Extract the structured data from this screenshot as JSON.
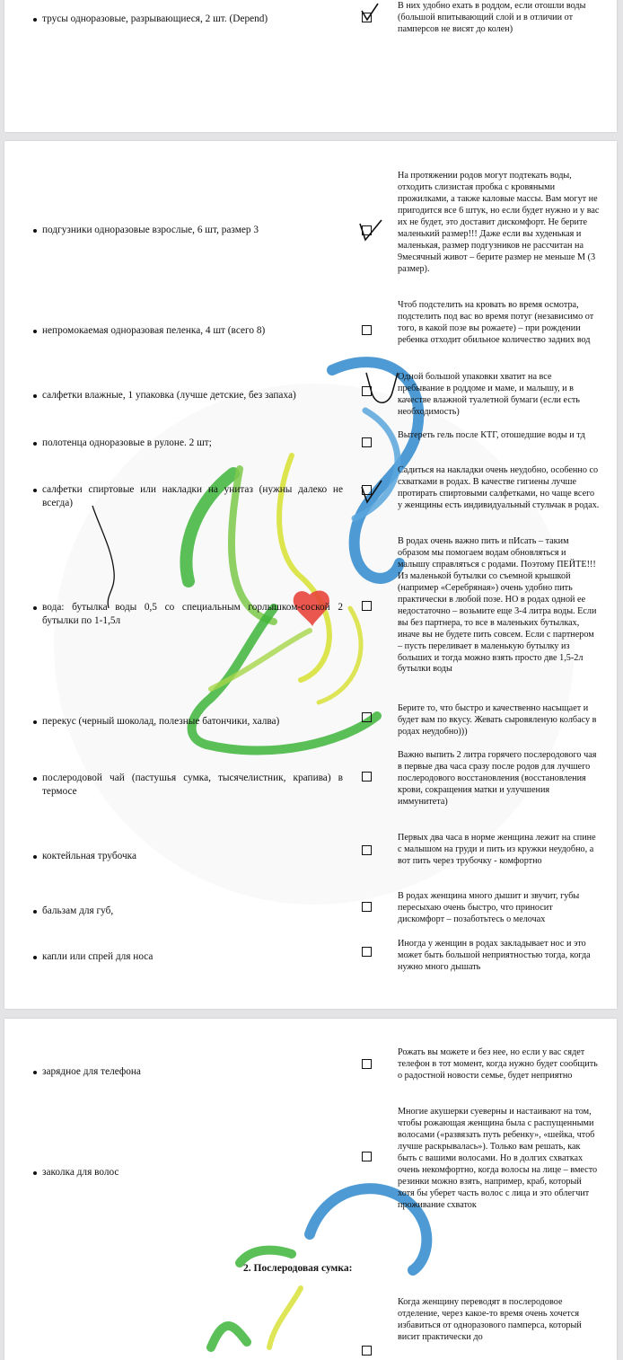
{
  "page1": {
    "items": [
      {
        "label": "трусы одноразовые, разрывающиеся, 2 шт. (Depend)",
        "note": "В них удобно ехать в роддом, если отошли воды (большой впитывающий слой и в отличии от памперсов не висят до колен)"
      }
    ]
  },
  "page2": {
    "items": [
      {
        "label": "подгузники одноразовые взрослые, 6 шт, размер 3",
        "note": "На протяжении родов могут подтекать воды, отходить слизистая пробка с кровяными прожилками, а также каловые массы. Вам могут не пригодится все 6 штук, но если будет нужно и у вас их не будет, это доставит дискомфорт. Не берите маленький размер!!! Даже если вы худенькая и маленькая, размер подгузников не рассчитан на 9месячный живот – берите размер не меньше М (3 размер)."
      },
      {
        "label": "непромокаемая одноразовая пеленка, 4 шт (всего 8)",
        "note": "Чтоб подстелить на кровать во время осмотра, подстелить под вас во время потуг (независимо от того, в какой позе вы рожаете) – при рождении ребенка отходит обильное количество задних вод"
      },
      {
        "label": "салфетки влажные, 1 упаковка (лучше детские, без запаха)",
        "note": "Одной большой упаковки хватит на все пребывание в роддоме и маме, и малышу, и в качестве влажной туалетной бумаги (если есть необходимость)"
      },
      {
        "label": "полотенца одноразовые в рулоне. 2 шт;",
        "note": "Вытереть гель после КТГ, отошедшие воды и тд"
      },
      {
        "label": "салфетки спиртовые или накладки на унитаз (нужны далеко не всегда)",
        "note": "Садиться на накладки очень неудобно, особенно со схватками в родах. В качестве гигиены лучше протирать спиртовыми салфетками, но чаще всего у женщины есть индивидуальный стульчак в родах."
      },
      {
        "label": "вода: бутылка воды 0,5 со специальным горлышком-соской 2 бутылки по 1-1,5л",
        "note": "В родах очень важно пить и пИсать – таким образом мы помогаем водам обновляться и малышу справляться с родами. Поэтому ПЕЙТЕ!!! Из маленькой бутылки со съемной крышкой (например «Серебряная») очень удобно пить практически в любой позе. НО в родах одной ее недостаточно – возьмите еще 3-4 литра воды. Если вы без партнера, то все в маленьких бутылках, иначе вы не будете пить совсем. Если с партнером – пусть переливает в маленькую бутылку из больших и тогда можно взять просто две 1,5-2л бутылки воды"
      },
      {
        "label": "перекус (черный шоколад, полезные батончики, халва)",
        "note": "Берите то, что быстро и качественно насыщает и будет вам по вкусу. Жевать сыровяленую колбасу в родах неудобно)))"
      },
      {
        "label": "послеродовой чай (пастушья сумка, тысячелистник, крапива) в термосе",
        "note": "Важно выпить 2 литра горячего послеродового чая в первые два часа сразу после родов для лучшего послеродового восстановления (восстановления крови, сокращения матки и улучшения иммунитета)"
      },
      {
        "label": "коктейльная трубочка",
        "note": "Первых два часа в норме женщина лежит на спине с малышом на груди и пить из кружки неудобно, а вот пить через трубочку - комфортно"
      },
      {
        "label": "бальзам для губ,",
        "note": "В родах женщина много дышит и звучит, губы пересыхаю очень быстро, что приносит дискомфорт – позаботьтесь о мелочах"
      },
      {
        "label": "капли или спрей для носа",
        "note": "Иногда у женщин в родах закладывает нос и это может быть большой неприятностью тогда, когда нужно много дышать"
      }
    ]
  },
  "page3": {
    "items": [
      {
        "label": "зарядное для телефона",
        "note": "Рожать вы можете и без нее, но если у вас сядет телефон в тот момент, когда нужно будет сообщить о радостной новости семье, будет неприятно"
      },
      {
        "label": "заколка для волос",
        "note": "Многие акушерки суеверны и настаивают на том, чтобы рожающая женщина была с распущенными волосами («развязать путь ребенку», «шейка, чтоб лучше раскрывалась»). Только вам решать, как быть с вашими волосами. Но в долгих схватках очень некомфортно, когда волосы на лице – вместо резинки можно взять, например, краб, который хотя бы уберет часть волос с лица и это облегчит проживание схваток"
      }
    ],
    "section_title": "2.   Послеродовая сумка:",
    "last_note": "Когда женщину переводят в послеродовое отделение, через какое-то время очень хочется избавиться от одноразового памперса, который висит практически до"
  },
  "colors": {
    "page_bg": "#ffffff",
    "gap_bg": "#e4e4e6",
    "watermark_blue": "#3b8fd0",
    "watermark_green": "#3db53a",
    "watermark_yellow": "#d8e23a",
    "watermark_heart": "#e8453c"
  }
}
